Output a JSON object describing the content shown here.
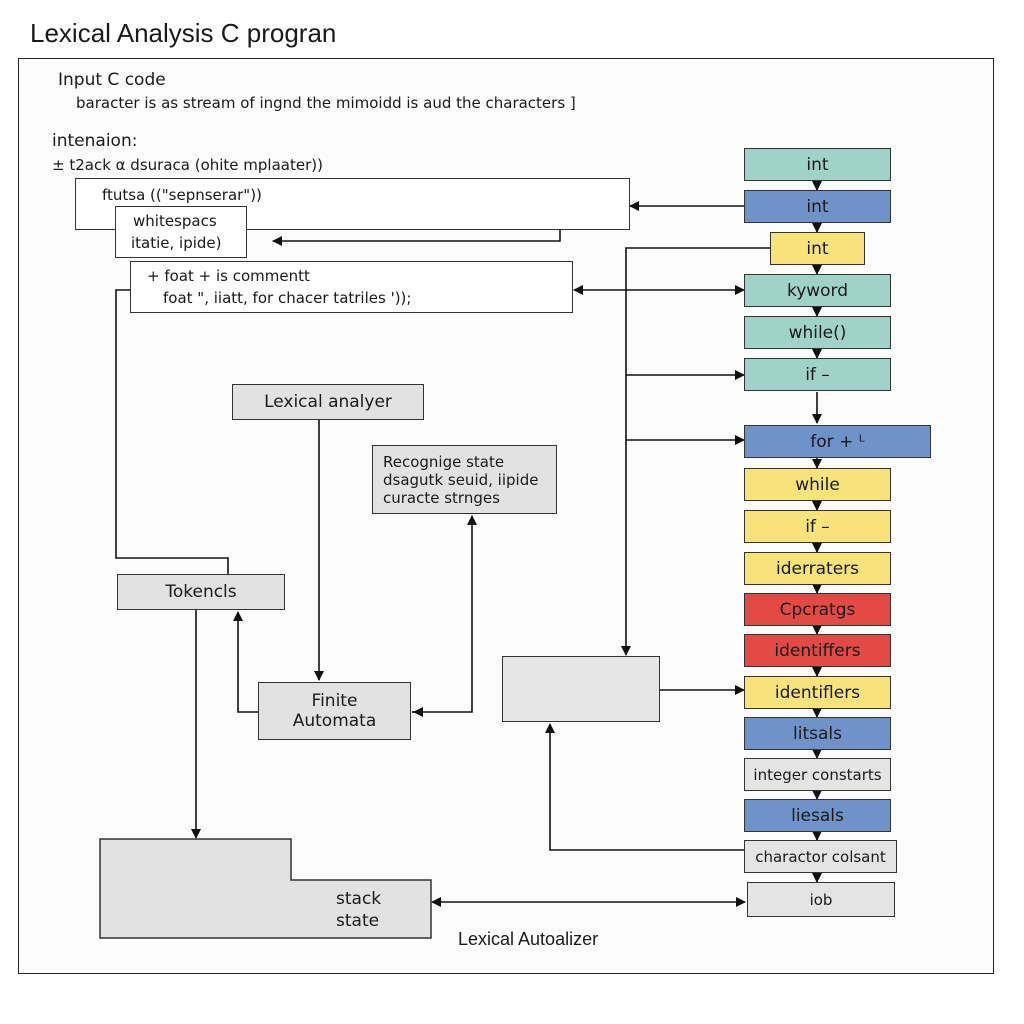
{
  "title": "Lexical Analysis C progran",
  "input_heading": "Input C code",
  "input_line": "baracter  is as stream of ingnd the mimoidd is aud the characters ]",
  "interaction_heading": "intenaion:",
  "interaction_line": "± t2ack α dsuraca (ohite mplaater))",
  "code_box_1": "ftutsa ((\"sepnserar\"))",
  "code_box_2_line1": "whitespacs",
  "code_box_2_line2": "itatie,  ipide)",
  "code_box_3_line1": "+ foat  +  is commentt",
  "code_box_3_line2": "foat \",  iiatt,  for chacer tatriles ')); ",
  "lexical_analyzer": "Lexical analyer",
  "recognize_line1": "Recognige state",
  "recognize_line2": "dsagutk seuid, iipide",
  "recognize_line3": "curacte strnges",
  "tokens": "Tokencls",
  "finite_automata_line1": "Finite",
  "finite_automata_line2": "Automata",
  "stack_state_line1": "stack",
  "stack_state_line2": "state",
  "footer_label": "Lexical Autoalizer",
  "token_list": [
    {
      "label": "int",
      "color": "teal"
    },
    {
      "label": "int",
      "color": "blue"
    },
    {
      "label": "int",
      "color": "yellow"
    },
    {
      "label": "kyword",
      "color": "teal"
    },
    {
      "label": "while()",
      "color": "teal"
    },
    {
      "label": "if –",
      "color": "teal"
    },
    {
      "label": "for + ᴸ",
      "color": "blue"
    },
    {
      "label": "while",
      "color": "yellow"
    },
    {
      "label": "if –",
      "color": "yellow"
    },
    {
      "label": "iderraters",
      "color": "yellow"
    },
    {
      "label": "Cpcratgs",
      "color": "red"
    },
    {
      "label": "identiffers",
      "color": "red"
    },
    {
      "label": "identiflers",
      "color": "yellow"
    },
    {
      "label": "litsals",
      "color": "blue"
    },
    {
      "label": "integer constarts",
      "color": "gray"
    },
    {
      "label": "liesals",
      "color": "blue"
    },
    {
      "label": "charactor colsant",
      "color": "gray"
    },
    {
      "label": "iob",
      "color": "gray"
    }
  ],
  "colors": {
    "teal": "#9fd3c7",
    "blue": "#6f93c9",
    "yellow": "#f7e37a",
    "red": "#e24a46",
    "gray": "#e4e4e4"
  }
}
